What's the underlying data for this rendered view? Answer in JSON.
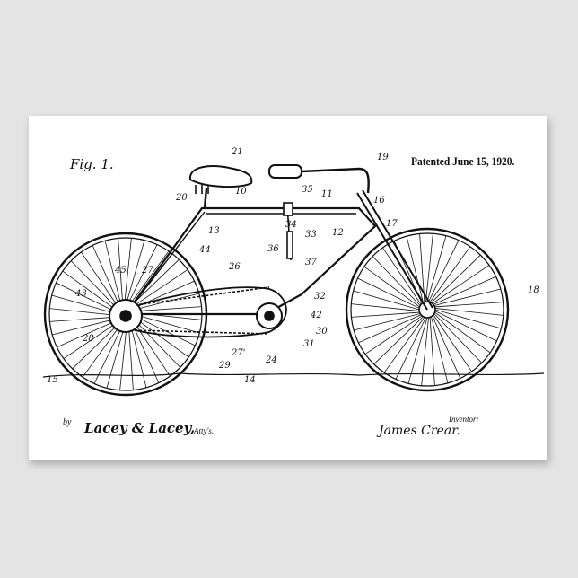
{
  "poster": {
    "figure_label": "Fig. 1.",
    "patent_date": "Patented June 15, 1920.",
    "attorney_prefix": "by",
    "attorney_signature": "Lacey & Lacey,",
    "attorney_suffix": "Atty's.",
    "inventor_label": "Inventor:",
    "inventor_name": "James Crear."
  },
  "reference_numerals": [
    "21",
    "19",
    "20",
    "10",
    "35",
    "11",
    "16",
    "13",
    "34",
    "33",
    "12",
    "17",
    "36",
    "37",
    "18",
    "45",
    "27",
    "44",
    "26",
    "43",
    "32",
    "42",
    "30",
    "28",
    "31",
    "15",
    "29",
    "27'",
    "24",
    "14"
  ]
}
